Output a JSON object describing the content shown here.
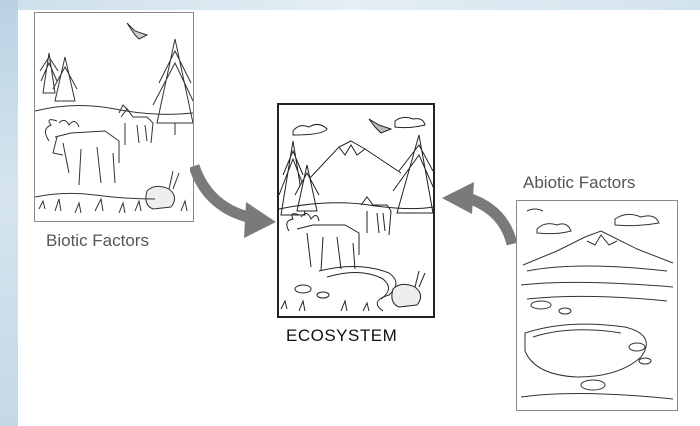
{
  "labels": {
    "biotic": "Biotic Factors",
    "ecosystem": "ECOSYSTEM",
    "abiotic": "Abiotic Factors"
  },
  "panels": {
    "biotic_icon": "moose-wolf-rabbit-forest-illustration",
    "ecosystem_icon": "mountain-forest-animals-illustration",
    "abiotic_icon": "mountain-pond-landscape-illustration"
  },
  "arrows": {
    "color": "#7a7a7a"
  }
}
